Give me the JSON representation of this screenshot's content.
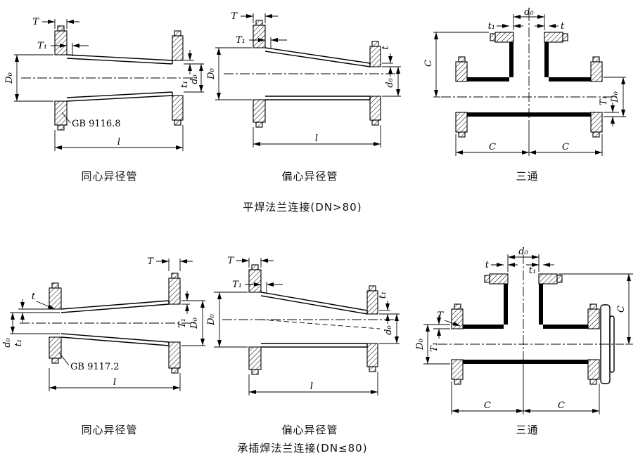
{
  "dim_labels": {
    "T": "T",
    "T1": "T₁",
    "D0": "D₀",
    "d0": "d₀",
    "t": "t",
    "t1": "t₁",
    "l": "l",
    "C": "C"
  },
  "groups": [
    {
      "caption": "平焊法兰连接(DN>80)",
      "items": [
        {
          "caption": "同心异径管",
          "standard": "GB 9116.8"
        },
        {
          "caption": "偏心异径管"
        },
        {
          "caption": "三通"
        }
      ]
    },
    {
      "caption": "承插焊法兰连接(DN≤80)",
      "items": [
        {
          "caption": "同心异径管",
          "standard": "GB 9117.2"
        },
        {
          "caption": "偏心异径管"
        },
        {
          "caption": "三通"
        }
      ]
    }
  ]
}
